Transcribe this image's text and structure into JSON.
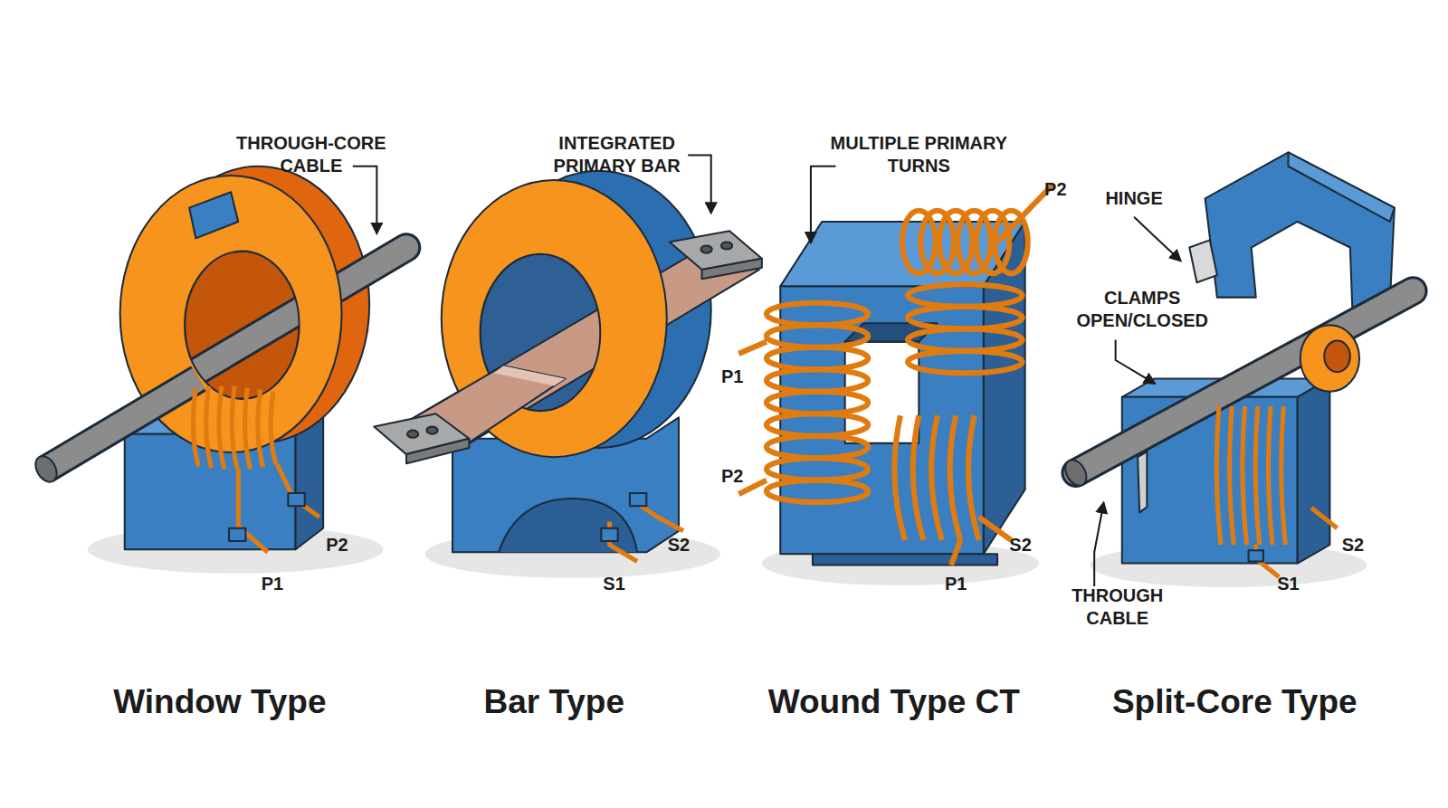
{
  "diagram": {
    "labels": [
      "THROUGH-CORE CABLE",
      "P2",
      "P1",
      "INTEGRATED PRIMARY BAR",
      "S2",
      "S1",
      "MULTIPLE PRIMARY TURNS",
      "P2",
      "P1",
      "P2",
      "S2",
      "P1",
      "HINGE",
      "CLAMPS OPEN/CLOSED",
      "THROUGH CABLE",
      "S2",
      "S1",
      "Window Type",
      "Bar Type",
      "Wound Type CT",
      "Split-Core Type"
    ]
  }
}
